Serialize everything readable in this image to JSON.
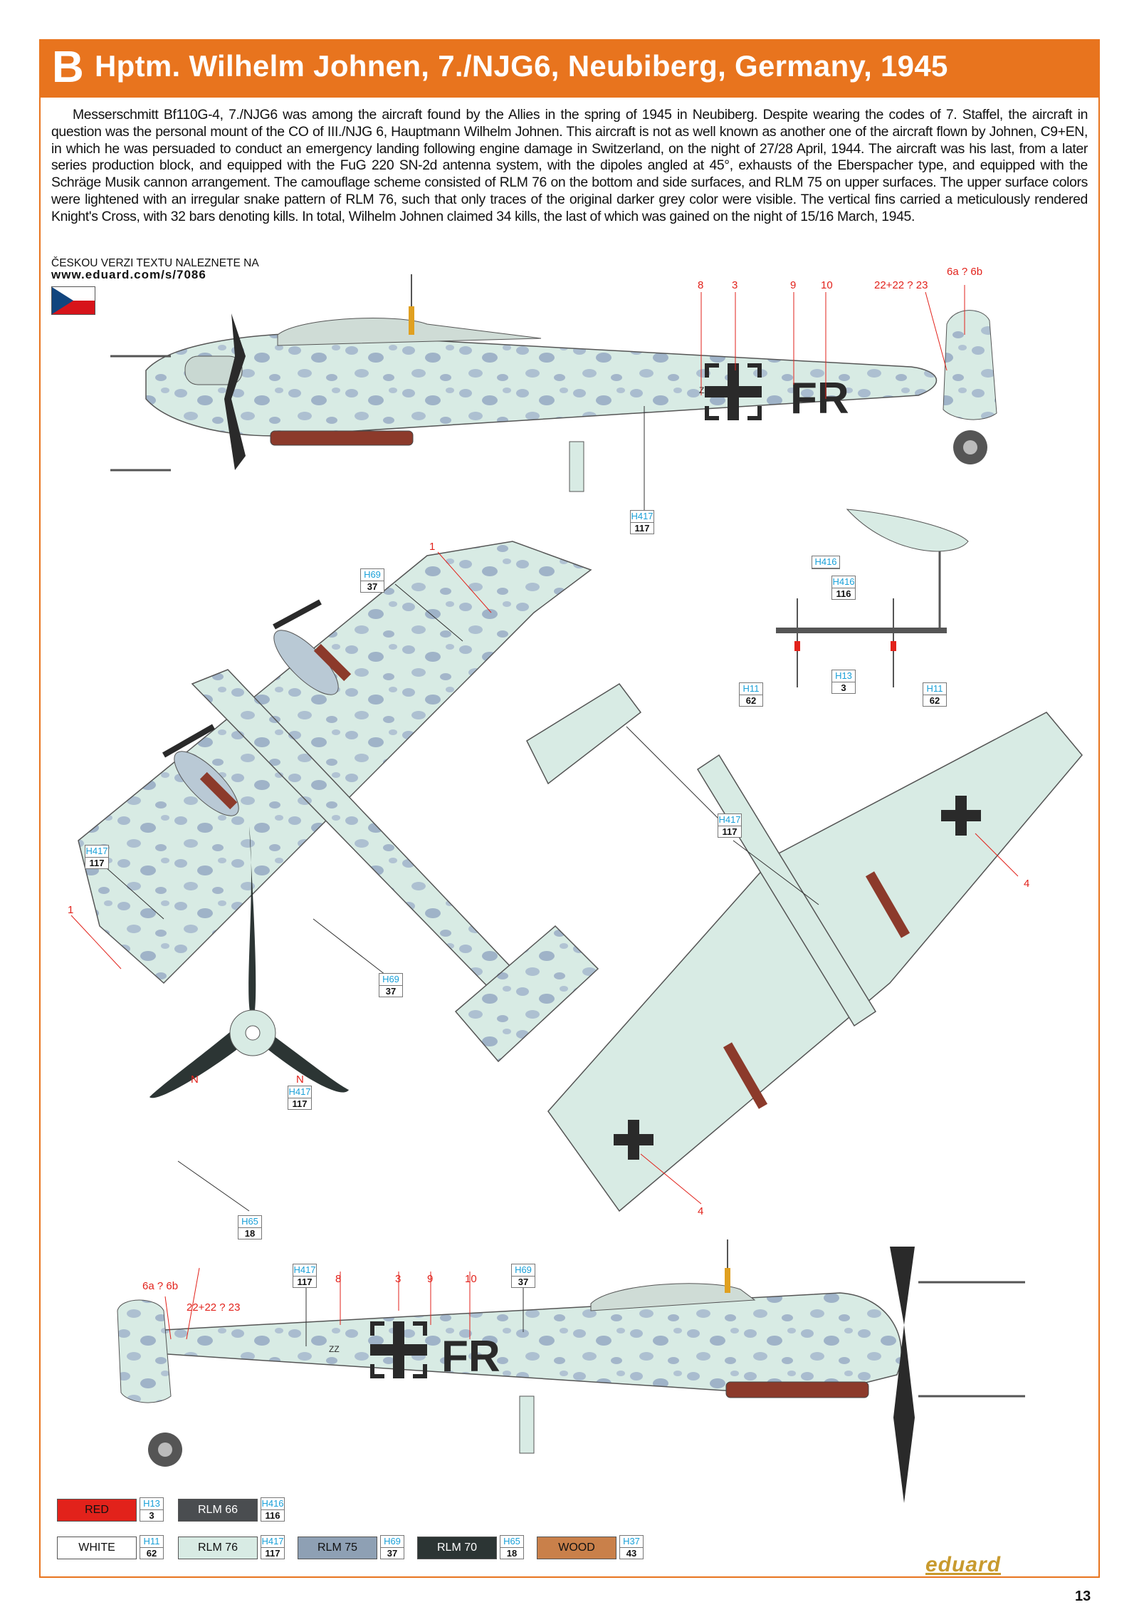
{
  "header": {
    "letter": "B",
    "title": "Hptm. Wilhelm Johnen, 7./NJG6, Neubiberg, Germany, 1945"
  },
  "description": "Messerschmitt Bf110G-4, 7./NJG6 was among the aircraft found by the Allies in the spring of 1945 in Neubiberg. Despite wearing the codes of 7. Staffel, the aircraft in question was the personal mount of the CO of III./NJG 6, Hauptmann Wilhelm Johnen. This aircraft is not as well known as another one of the aircraft flown by Johnen, C9+EN, in which he was persuaded to conduct an emergency landing following engine damage in Switzerland, on the night of 27/28 April, 1944. The aircraft was his last, from a later series production block, and equipped with the FuG 220 SN-2d antenna system, with the dipoles angled at 45°, exhausts of the Eberspacher type, and equipped with the Schräge Musik cannon arrangement. The camouflage scheme consisted of RLM 76 on the bottom and side surfaces, and RLM 75 on upper surfaces. The upper surface colors were lightened with an irregular snake pattern of RLM 76, such that only traces of the original darker grey color were visible. The vertical fins carried a meticulously rendered Knight's Cross, with 32 bars denoting kills. In total, Wilhelm Johnen claimed 34 kills, the last of which was gained on the night of 15/16 March, 1945.",
  "czech_note": {
    "line1": "ČESKOU VERZI TEXTU NALEZNETE NA",
    "url": "www.eduard.com/s/7086"
  },
  "aircraft": {
    "fuselage_code": "FR",
    "small_mark": "ZZ"
  },
  "callouts": {
    "top_side": [
      "8",
      "3",
      "9",
      "10",
      "22+22 ? 23",
      "6a ? 6b"
    ],
    "bottom_side": [
      "6a ? 6b",
      "22+22 ? 23",
      "8",
      "3",
      "9",
      "10"
    ],
    "upper_view": [
      "1",
      "1"
    ],
    "lower_view": [
      "4",
      "4"
    ],
    "prop": [
      "N",
      "N"
    ]
  },
  "paint_refs": [
    {
      "h": "H417",
      "n": "117"
    },
    {
      "h": "H69",
      "n": "37"
    },
    {
      "h": "H417",
      "n": "117"
    },
    {
      "h": "H69",
      "n": "37"
    },
    {
      "h": "H416",
      "n": ""
    },
    {
      "h": "H416",
      "n": "116"
    },
    {
      "h": "H13",
      "n": "3"
    },
    {
      "h": "H11",
      "n": "62"
    },
    {
      "h": "H11",
      "n": "62"
    },
    {
      "h": "H417",
      "n": "117"
    },
    {
      "h": "H417",
      "n": "117"
    },
    {
      "h": "H65",
      "n": "18"
    },
    {
      "h": "H417",
      "n": "117"
    },
    {
      "h": "H69",
      "n": "37"
    }
  ],
  "legend": [
    {
      "name": "RED",
      "h": "H13",
      "n": "3",
      "color": "#e2221b",
      "text": "#111111"
    },
    {
      "name": "RLM 66",
      "h": "H416",
      "n": "116",
      "color": "#4a4d50",
      "text": "#ffffff"
    },
    {
      "name": "WHITE",
      "h": "H11",
      "n": "62",
      "color": "#ffffff",
      "text": "#111111"
    },
    {
      "name": "RLM 76",
      "h": "H417",
      "n": "117",
      "color": "#d8ebe4",
      "text": "#111111"
    },
    {
      "name": "RLM 75",
      "h": "H69",
      "n": "37",
      "color": "#8ea0b4",
      "text": "#111111"
    },
    {
      "name": "RLM 70",
      "h": "H65",
      "n": "18",
      "color": "#2c3534",
      "text": "#ffffff"
    },
    {
      "name": "WOOD",
      "h": "H37",
      "n": "43",
      "color": "#c9804a",
      "text": "#111111"
    }
  ],
  "brand": "eduard",
  "page_number": "13",
  "colors": {
    "banner": "#e8741e",
    "rlm76": "#d8ebe4",
    "mottle": "#9fb3c8",
    "callout_red": "#e2221b",
    "callout_blue": "#1aa0d8"
  }
}
